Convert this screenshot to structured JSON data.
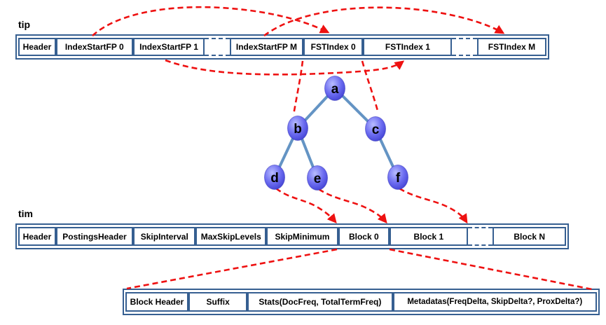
{
  "tip_row": {
    "label": "tip",
    "cells": [
      "Header",
      "IndexStartFP 0",
      "IndexStartFP 1",
      "IndexStartFP M",
      "FSTIndex 0",
      "FSTIndex 1",
      "FSTIndex M"
    ]
  },
  "tim_row": {
    "label": "tim",
    "cells": [
      "Header",
      "PostingsHeader",
      "SkipInterval",
      "MaxSkipLevels",
      "SkipMinimum",
      "Block 0",
      "Block 1",
      "Block N"
    ]
  },
  "block_detail_row": {
    "cells": [
      "Block Header",
      "Suffix",
      "Stats(DocFreq, TotalTermFreq)",
      "Metadatas(FreqDelta, SkipDelta?, ProxDelta?)"
    ]
  },
  "fst_tree": {
    "nodes": [
      "a",
      "b",
      "c",
      "d",
      "e",
      "f"
    ],
    "edges": [
      [
        "a",
        "b"
      ],
      [
        "a",
        "c"
      ],
      [
        "b",
        "d"
      ],
      [
        "b",
        "e"
      ],
      [
        "c",
        "f"
      ]
    ]
  },
  "connections": [
    {
      "from": "IndexStartFP 0",
      "to": "FSTIndex 0",
      "style": "red-dashed-arc-arrow"
    },
    {
      "from": "IndexStartFP M",
      "to": "FSTIndex M",
      "style": "red-dashed-arc-arrow"
    },
    {
      "from": "IndexStartFP 1",
      "to": "FSTIndex 1",
      "style": "red-dashed-arc-arrow"
    },
    {
      "from": "FSTIndex 0",
      "to": "tree node b",
      "style": "red-dashed-line"
    },
    {
      "from": "FSTIndex 1",
      "to": "tree node c",
      "style": "red-dashed-line"
    },
    {
      "from": "tree node d",
      "to": "Block 0 start",
      "style": "red-dashed-arrow"
    },
    {
      "from": "tree node e",
      "to": "Block 1 start",
      "style": "red-dashed-arrow"
    },
    {
      "from": "tree node f",
      "to": "Block 1 end",
      "style": "red-dashed-arrow"
    },
    {
      "from": "Block 0",
      "to": "block detail row",
      "style": "red-dashed-fan"
    }
  ],
  "colors": {
    "box_border": "#365f91",
    "connector_red": "#ee1111",
    "tree_edge": "#6494c4",
    "node_fill_light": "#b8bcff",
    "node_fill_dark": "#3d3dcf",
    "text": "#000000",
    "background": "#ffffff"
  }
}
